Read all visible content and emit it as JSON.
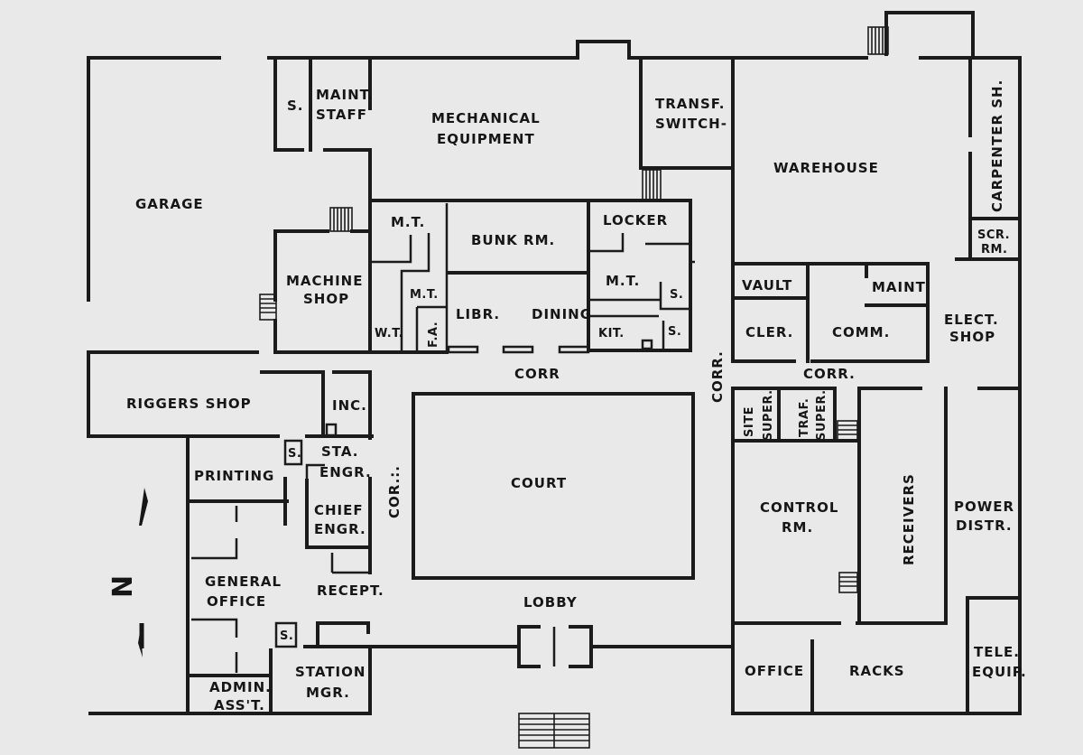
{
  "rooms": {
    "garage": "GARAGE",
    "s_top": "S.",
    "maint_staff_1": "MAINT.",
    "maint_staff_2": "STAFF",
    "mech_1": "MECHANICAL",
    "mech_2": "EQUIPMENT",
    "transf_1": "TRANSF.",
    "transf_2": "SWITCH-",
    "warehouse": "WAREHOUSE",
    "carpenter": "CARPENTER SH.",
    "scr_1": "SCR.",
    "scr_2": "RM.",
    "mt_1": "M.T.",
    "bunk": "BUNK RM.",
    "locker": "LOCKER",
    "machine_1": "MACHINE",
    "machine_2": "SHOP",
    "mt_2": "M.T.",
    "libr": "LIBR.",
    "dining": "DINING",
    "mt_3": "M.T.",
    "s_kit_top": "S.",
    "wt": "W.T.",
    "fa": "F.A.",
    "kit": "KIT.",
    "s_kit": "S.",
    "vault": "VAULT",
    "maint": "MAINT",
    "cler": "CLER.",
    "comm": "COMM.",
    "elect_1": "ELECT.",
    "elect_2": "SHOP",
    "corr_top": "CORR",
    "corr_right": "CORR.",
    "corr_mid": "CORR.",
    "riggers": "RIGGERS SHOP",
    "inc": "INC.",
    "site_1": "SITE",
    "site_2": "SUPER.",
    "traf_1": "TRAF.",
    "traf_2": "SUPER.",
    "s_sta": "S.",
    "sta_1": "STA.",
    "sta_2": "ENGR.",
    "printing": "PRINTING",
    "court": "COURT",
    "corr_left": "COR.:.",
    "chief_1": "CHIEF",
    "chief_2": "ENGR.",
    "control_1": "CONTROL",
    "control_2": "RM.",
    "receivers": "RECEIVERS",
    "power_1": "POWER",
    "power_2": "DISTR.",
    "general_1": "GENERAL",
    "general_2": "OFFICE",
    "recept": "RECEPT.",
    "lobby": "LOBBY",
    "s_station": "S.",
    "station_1": "STATION",
    "station_2": "MGR.",
    "admin_1": "ADMIN.",
    "admin_2": "ASS'T.",
    "office": "OFFICE",
    "racks": "RACKS",
    "tele_1": "TELE.",
    "tele_2": "EQUIP."
  },
  "north_label": "N"
}
